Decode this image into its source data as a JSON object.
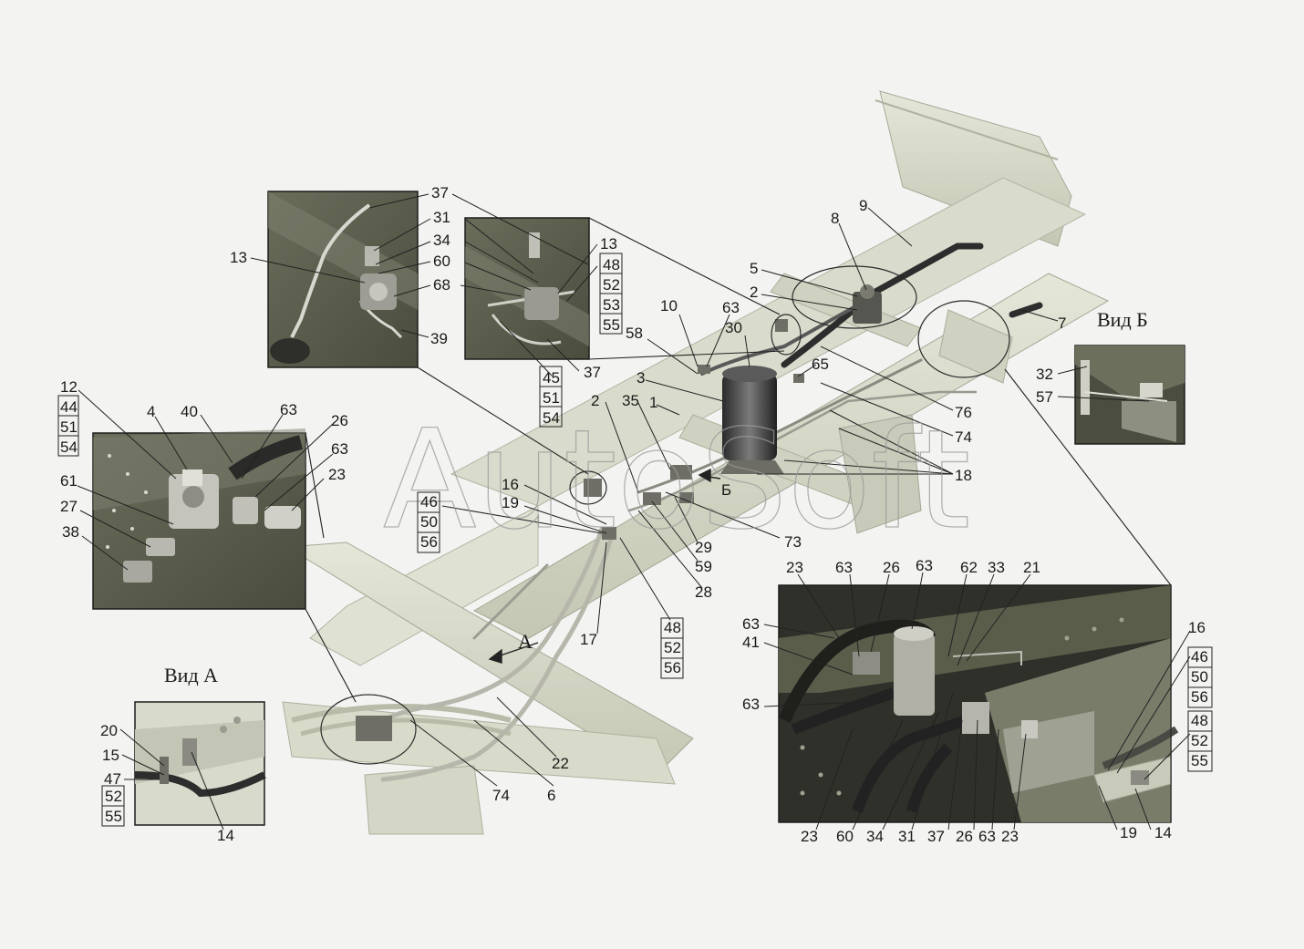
{
  "watermark": "AutoSoft",
  "views": {
    "vid_a": "Вид А",
    "vid_b": "Вид Б",
    "arrow_a": "А",
    "arrow_b": "Б"
  },
  "labels": {
    "l37a": "37",
    "l31a": "31",
    "l34a": "34",
    "l60a": "60",
    "l68a": "68",
    "l13a": "13",
    "l39": "39",
    "l13b": "13",
    "l37b": "37",
    "l12": "12",
    "l4": "4",
    "l40": "40",
    "l63a": "63",
    "l26a": "26",
    "l63b": "63",
    "l23a": "23",
    "l61": "61",
    "l27": "27",
    "l38": "38",
    "l10": "10",
    "l63c": "63",
    "l58": "58",
    "l30": "30",
    "l65": "65",
    "l8": "8",
    "l9": "9",
    "l5": "5",
    "l2a": "2",
    "l7": "7",
    "l3": "3",
    "l2b": "2",
    "l35": "35",
    "l1": "1",
    "l76": "76",
    "l74a": "74",
    "l18": "18",
    "l16a": "16",
    "l19a": "19",
    "l29": "29",
    "l59": "59",
    "l73": "73",
    "l28": "28",
    "l17": "17",
    "l22": "22",
    "l74b": "74",
    "l6": "6",
    "l32": "32",
    "l57": "57",
    "l20": "20",
    "l15": "15",
    "l47": "47",
    "l14a": "14",
    "l23b": "23",
    "l63d": "63",
    "l26b": "26",
    "l63e": "63",
    "l62": "62",
    "l33": "33",
    "l21": "21",
    "l63f": "63",
    "l41": "41",
    "l63g": "63",
    "b23c": "23",
    "b60": "60",
    "b34": "34",
    "b31": "31",
    "b37": "37",
    "b26": "26",
    "b63": "63",
    "b23d": "23",
    "b19": "19",
    "b14": "14",
    "l16b": "16"
  },
  "boxed_groups": {
    "g_12": [
      "44",
      "51",
      "54"
    ],
    "g_13b": [
      "48",
      "52",
      "53",
      "55"
    ],
    "g_37b": [
      "45",
      "51",
      "54"
    ],
    "g_16": [
      "46",
      "50",
      "56"
    ],
    "g_17": [
      "48",
      "52",
      "56"
    ],
    "g_47": [
      "52",
      "55"
    ],
    "g_right46": [
      "46",
      "50",
      "56"
    ],
    "g_right48": [
      "48",
      "52",
      "55"
    ]
  },
  "colors": {
    "background": "#f3f3f1",
    "frame": "#d6d9c8",
    "frame_dark": "#b9bca9",
    "detail_bg": "#5c5f4e",
    "pipe": "#3a3a3a"
  }
}
